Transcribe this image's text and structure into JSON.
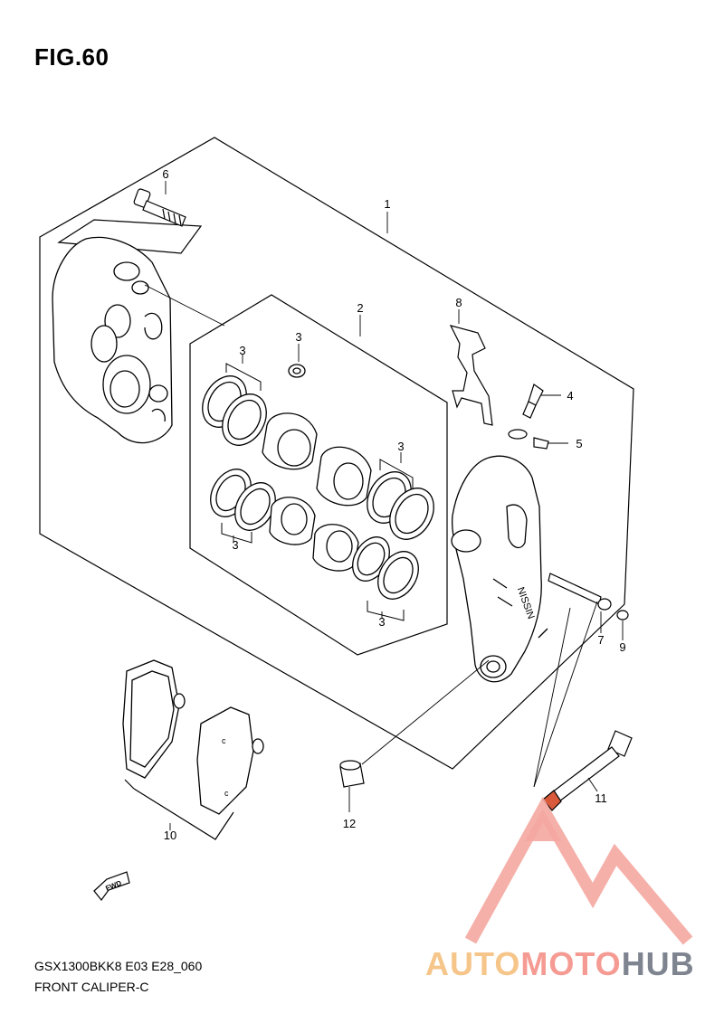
{
  "figure": {
    "title": "FIG.60",
    "model_code": "GSX1300BKK8  E03  E28_060",
    "part_name": "FRONT CALIPER-C"
  },
  "callouts": [
    "1",
    "2",
    "3",
    "3",
    "3",
    "3",
    "4",
    "5",
    "6",
    "7",
    "8",
    "9",
    "10",
    "11",
    "12"
  ],
  "fwd_label": "FWD",
  "caliper_text": "NISSIN",
  "watermark": {
    "part1": "AUTO",
    "part2": "MOTO",
    "part3": "HUB",
    "colors": {
      "auto": "#f6c58a",
      "moto": "#f59b93",
      "hub": "#7f8590",
      "logo": "#f4a7a0"
    }
  }
}
